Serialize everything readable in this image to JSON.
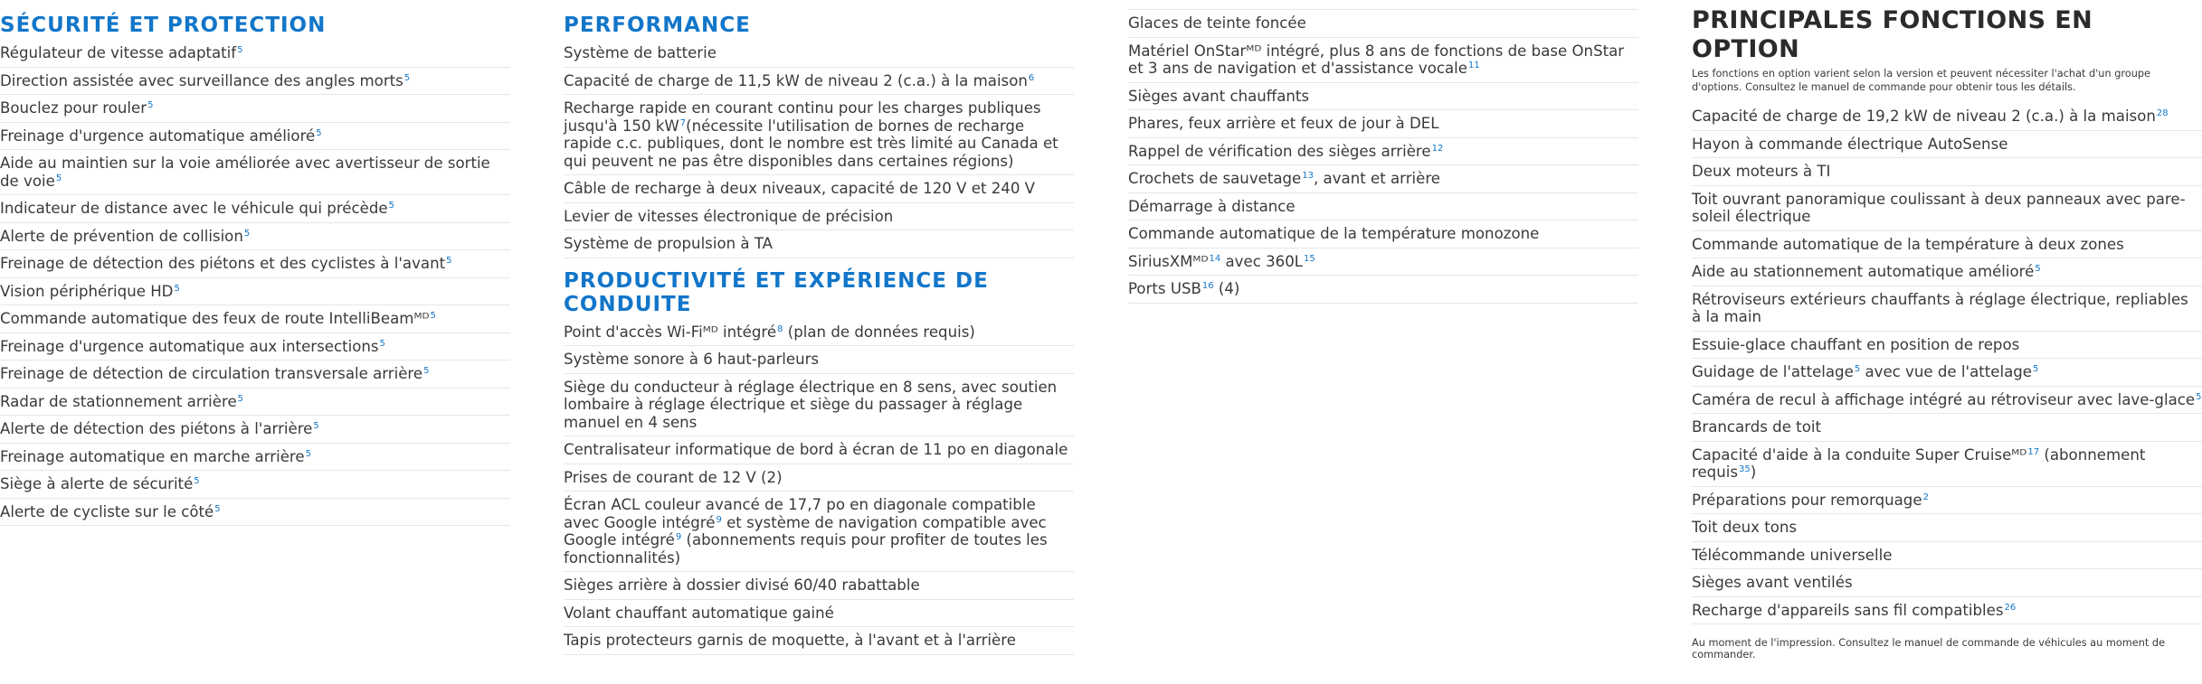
{
  "securite": {
    "title": "SÉCURITÉ ET PROTECTION",
    "items": [
      {
        "text": "Régulateur de vitesse adaptatif",
        "sup": "5"
      },
      {
        "text": "Direction assistée avec surveillance des angles morts",
        "sup": "5"
      },
      {
        "text": "Bouclez pour rouler",
        "sup": "5"
      },
      {
        "text": "Freinage d'urgence automatique amélioré",
        "sup": "5"
      },
      {
        "text": "Aide au maintien sur la voie améliorée avec avertisseur de sortie de voie",
        "sup": "5"
      },
      {
        "text": "Indicateur de distance avec le véhicule qui précède",
        "sup": "5"
      },
      {
        "text": "Alerte de prévention de collision",
        "sup": "5"
      },
      {
        "text": "Freinage de détection des piétons et des cyclistes à l'avant",
        "sup": "5"
      },
      {
        "text": "Vision périphérique HD",
        "sup": "5"
      },
      {
        "text": "Commande automatique des feux de route IntelliBeamᴹᴰ",
        "sup": "5"
      },
      {
        "text": "Freinage d'urgence automatique aux intersections",
        "sup": "5"
      },
      {
        "text": "Freinage de détection de circulation transversale arrière",
        "sup": "5"
      },
      {
        "text": "Radar de stationnement arrière",
        "sup": "5"
      },
      {
        "text": "Alerte de détection des piétons à l'arrière",
        "sup": "5"
      },
      {
        "text": "Freinage automatique en marche arrière",
        "sup": "5"
      },
      {
        "text": "Siège à alerte de sécurité",
        "sup": "5"
      },
      {
        "text": "Alerte de cycliste sur le côté",
        "sup": "5"
      }
    ]
  },
  "performance": {
    "title": "PERFORMANCE",
    "items": [
      {
        "text": "Système de batterie",
        "sup": ""
      },
      {
        "text": "Capacité de charge de 11,5 kW de niveau 2 (c.a.) à la maison",
        "sup": "6"
      },
      {
        "text": "Recharge rapide en courant continu pour les charges publiques jusqu'à 150 kW",
        "sup": "7",
        "after": "(nécessite l'utilisation de bornes de recharge rapide c.c. publiques, dont le nombre est très limité au Canada et qui peuvent ne pas être disponibles dans certaines régions)"
      },
      {
        "text": "Câble de recharge à deux niveaux, capacité de 120 V et 240 V",
        "sup": ""
      },
      {
        "text": "Levier de vitesses électronique de précision",
        "sup": ""
      },
      {
        "text": "Système de propulsion à TA",
        "sup": ""
      }
    ]
  },
  "productivite": {
    "title": "PRODUCTIVITÉ ET EXPÉRIENCE DE CONDUITE",
    "items": [
      {
        "text": "Point d'accès Wi-Fiᴹᴰ intégré",
        "sup": "8",
        "after": " (plan de données requis)"
      },
      {
        "text": "Système sonore à 6 haut-parleurs",
        "sup": ""
      },
      {
        "text": "Siège du conducteur à réglage électrique en 8 sens, avec soutien lombaire à réglage électrique et siège du passager à réglage manuel en 4 sens",
        "sup": ""
      },
      {
        "text": "Centralisateur informatique de bord à écran de 11 po en diagonale",
        "sup": ""
      },
      {
        "text": "Prises de courant de 12 V (2)",
        "sup": ""
      },
      {
        "text": "Écran ACL couleur avancé de 17,7 po en diagonale compatible avec Google intégré",
        "sup": "9",
        "after": " et système de navigation compatible avec Google intégré",
        "sup2": "9",
        "after2": " (abonnements requis pour profiter de toutes les fonctionnalités)"
      },
      {
        "text": "Sièges arrière à dossier divisé 60/40 rabattable",
        "sup": ""
      },
      {
        "text": "Volant chauffant automatique gainé",
        "sup": ""
      },
      {
        "text": "Tapis protecteurs garnis de moquette, à l'avant et à l'arrière",
        "sup": ""
      }
    ]
  },
  "suite": {
    "items": [
      {
        "text": "Glaces de teinte foncée",
        "sup": ""
      },
      {
        "text": "Matériel OnStarᴹᴰ intégré, plus 8 ans de fonctions de base OnStar et 3 ans de navigation et d'assistance vocale",
        "sup": "11"
      },
      {
        "text": "Sièges avant chauffants",
        "sup": ""
      },
      {
        "text": "Phares, feux arrière et feux de jour à DEL",
        "sup": ""
      },
      {
        "text": "Rappel de vérification des sièges arrière",
        "sup": "12"
      },
      {
        "text": "Crochets de sauvetage",
        "sup": "13",
        "after": ", avant et arrière"
      },
      {
        "text": "Démarrage à distance",
        "sup": ""
      },
      {
        "text": "Commande automatique de la température monozone",
        "sup": ""
      },
      {
        "text": "SiriusXMᴹᴰ",
        "sup": "14",
        "after": " avec 360L",
        "sup2": "15"
      },
      {
        "text": "Ports USB",
        "sup": "16",
        "after": " (4)"
      }
    ]
  },
  "options": {
    "title": "PRINCIPALES FONCTIONS EN OPTION",
    "subtext": "Les fonctions en option varient selon la version et peuvent nécessiter l'achat d'un groupe d'options. Consultez le manuel de commande pour obtenir tous les détails.",
    "items": [
      {
        "text": "Capacité de charge de 19,2 kW de niveau 2 (c.a.) à la maison",
        "sup": "28"
      },
      {
        "text": "Hayon à commande électrique AutoSense",
        "sup": ""
      },
      {
        "text": "Deux moteurs à TI",
        "sup": ""
      },
      {
        "text": "Toit ouvrant panoramique coulissant à deux panneaux avec pare-soleil électrique",
        "sup": ""
      },
      {
        "text": "Commande automatique de la température à deux zones",
        "sup": ""
      },
      {
        "text": "Aide au stationnement automatique amélioré",
        "sup": "5"
      },
      {
        "text": "Rétroviseurs extérieurs chauffants à réglage électrique, repliables à la main",
        "sup": ""
      },
      {
        "text": "Essuie-glace chauffant en position de repos",
        "sup": ""
      },
      {
        "text": "Guidage de l'attelage",
        "sup": "5",
        "after": " avec vue de l'attelage",
        "sup2": "5"
      },
      {
        "text": "Caméra de recul à affichage intégré au rétroviseur avec lave-glace",
        "sup": "5"
      },
      {
        "text": "Brancards de toit",
        "sup": ""
      },
      {
        "text": "Capacité d'aide à la conduite Super Cruiseᴹᴰ",
        "sup": "17",
        "after": " (abonnement requis",
        "sup2": "35",
        "after2": ")"
      },
      {
        "text": "Préparations pour remorquage",
        "sup": "2"
      },
      {
        "text": "Toit deux tons",
        "sup": ""
      },
      {
        "text": "Télécommande universelle",
        "sup": ""
      },
      {
        "text": "Sièges avant ventilés",
        "sup": ""
      },
      {
        "text": "Recharge d'appareils sans fil compatibles",
        "sup": "26"
      }
    ],
    "footnote": "Au moment de l'impression. Consultez le manuel de commande de véhicules au moment de commander."
  }
}
